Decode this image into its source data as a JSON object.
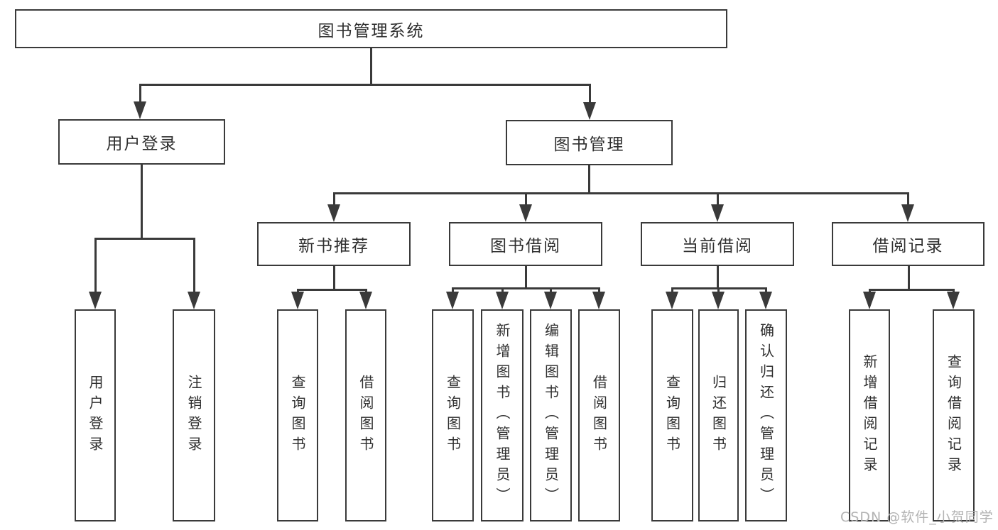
{
  "watermark": "CSDN @软件_小贺同学",
  "tree": {
    "root": {
      "label": "图书管理系统"
    },
    "branches": [
      {
        "label": "用户登录",
        "children": [
          {
            "label": "用户登录"
          },
          {
            "label": "注销登录"
          }
        ]
      },
      {
        "label": "图书管理",
        "children": [
          {
            "label": "新书推荐",
            "children": [
              {
                "label": "查询图书"
              },
              {
                "label": "借阅图书"
              }
            ]
          },
          {
            "label": "图书借阅",
            "children": [
              {
                "label": "查询图书"
              },
              {
                "label": "新增图书（管理员）"
              },
              {
                "label": "编辑图书（管理员）"
              },
              {
                "label": "借阅图书"
              }
            ]
          },
          {
            "label": "当前借阅",
            "children": [
              {
                "label": "查询图书"
              },
              {
                "label": "归还图书"
              },
              {
                "label": "确认归还（管理员）"
              }
            ]
          },
          {
            "label": "借阅记录",
            "children": [
              {
                "label": "新增借阅记录"
              },
              {
                "label": "查询借阅记录"
              }
            ]
          }
        ]
      }
    ]
  },
  "colors": {
    "line": "#3a3a3a",
    "text": "#2f2f2f",
    "watermark": "#b3b3b3",
    "background": "#ffffff"
  }
}
